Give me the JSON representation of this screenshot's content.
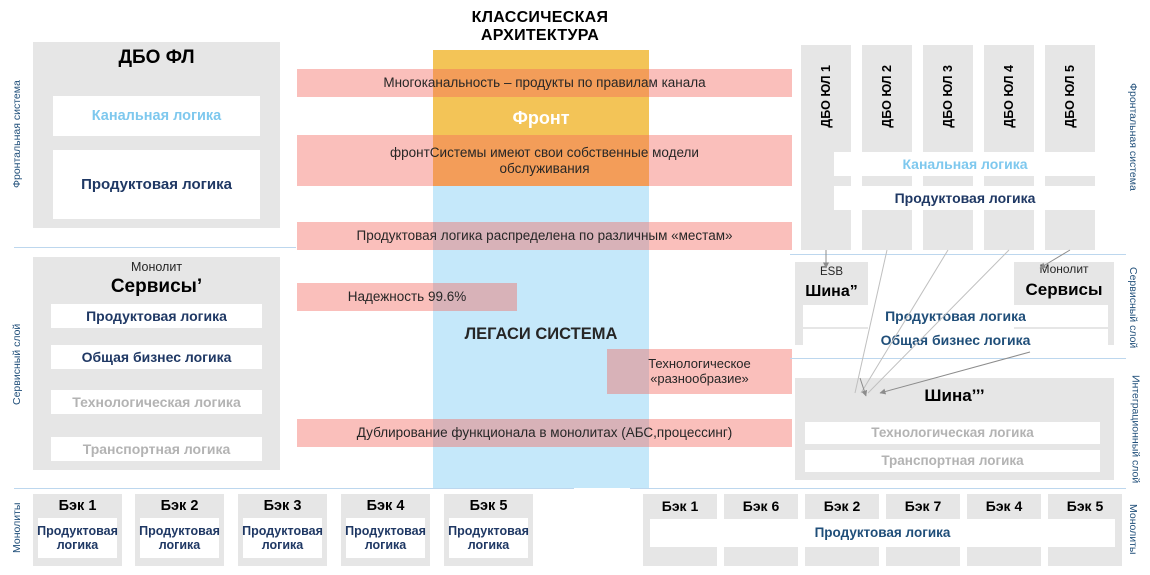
{
  "title": {
    "line1": "КЛАССИЧЕСКАЯ",
    "line2": "АРХИТЕКТУРА"
  },
  "colors": {
    "pink_overlay": "#FBB5AE",
    "gold_front": "#F2CC52",
    "gold_front_over_pink": "#F18F3C",
    "cyan_legacy": "#CCE8F8",
    "tile_grey": "#E6E6E6",
    "navy_text": "#1F3864",
    "blue_text": "#1F4E79",
    "light_blue_text": "#7EC8EE",
    "muted_text": "#B3B3B3",
    "rule": "#BDD7EE"
  },
  "left": {
    "axis_labels": [
      "Фронтальная  система",
      "Сервисный  слой",
      "Монолиты"
    ],
    "frontal": {
      "title": "ДБО ФЛ",
      "rows": [
        {
          "label": "Канальная логика",
          "style": "light-blue"
        },
        {
          "label": "Продуктовая логика",
          "style": "navy"
        }
      ]
    },
    "service": {
      "kicker": "Монолит",
      "title": "Сервисы’",
      "rows": [
        {
          "label": "Продуктовая логика",
          "style": "navy"
        },
        {
          "label": "Общая бизнес логика",
          "style": "navy"
        },
        {
          "label": "Технологическая логика",
          "style": "muted"
        },
        {
          "label": "Транспортная логика",
          "style": "muted"
        }
      ]
    },
    "monoliths": [
      {
        "title": "Бэк 1",
        "label_l1": "Продуктовая",
        "label_l2": "логика"
      },
      {
        "title": "Бэк 2",
        "label_l1": "Продуктовая",
        "label_l2": "логика"
      },
      {
        "title": "Бэк 3",
        "label_l1": "Продуктовая",
        "label_l2": "логика"
      },
      {
        "title": "Бэк 4",
        "label_l1": "Продуктовая",
        "label_l2": "логика"
      },
      {
        "title": "Бэк 5",
        "label_l1": "Продуктовая",
        "label_l2": "логика"
      }
    ]
  },
  "center": {
    "front_band_label": "Фронт",
    "legacy_band_label": "ЛЕГАСИ СИСТЕМА",
    "callouts": [
      {
        "id": "multichannel",
        "text": "Многоканальность – продукты по правилам канала"
      },
      {
        "id": "front-systems",
        "text": "фронтСистемы имеют свои собственные  модели обслуживания"
      },
      {
        "id": "product-logic-spread",
        "text": "Продуктовая логика распределена по различным «местам»"
      },
      {
        "id": "reliability",
        "text": "Надежность 99.6%"
      },
      {
        "id": "tech-diversity",
        "text": "Технологическое «разнообразие»"
      },
      {
        "id": "duplication",
        "text": "Дублирование  функционала  в монолитах  (АБС,процессинг)"
      }
    ]
  },
  "right": {
    "axis_labels": [
      "Фронтальная  система",
      "Сервисный  слой",
      "Интеграционный слой",
      "Монолиты"
    ],
    "dbo_channels": [
      "ДБО ЮЛ 1",
      "ДБО ЮЛ 2",
      "ДБО ЮЛ 3",
      "ДБО ЮЛ 4",
      "ДБО ЮЛ 5"
    ],
    "frontal_rows": [
      {
        "label": "Канальная логика",
        "style": "light-blue"
      },
      {
        "label": "Продуктовая логика",
        "style": "navy"
      }
    ],
    "esb": {
      "kicker": "ESB",
      "title": "Шина”"
    },
    "services": {
      "kicker": "Монолит",
      "title": "Сервисы"
    },
    "service_rows": [
      {
        "label": "Продуктовая логика",
        "style": "blue"
      },
      {
        "label": "Общая бизнес логика",
        "style": "blue"
      }
    ],
    "integration": {
      "title": "Шина’’’",
      "rows": [
        {
          "label": "Технологическая логика",
          "style": "muted"
        },
        {
          "label": "Транспортная логика",
          "style": "muted"
        }
      ]
    },
    "monoliths": {
      "titles": [
        "Бэк 1",
        "Бэк 6",
        "Бэк 2",
        "Бэк 7",
        "Бэк 4",
        "Бэк 5"
      ],
      "shared_label": "Продуктовая  логика"
    }
  }
}
